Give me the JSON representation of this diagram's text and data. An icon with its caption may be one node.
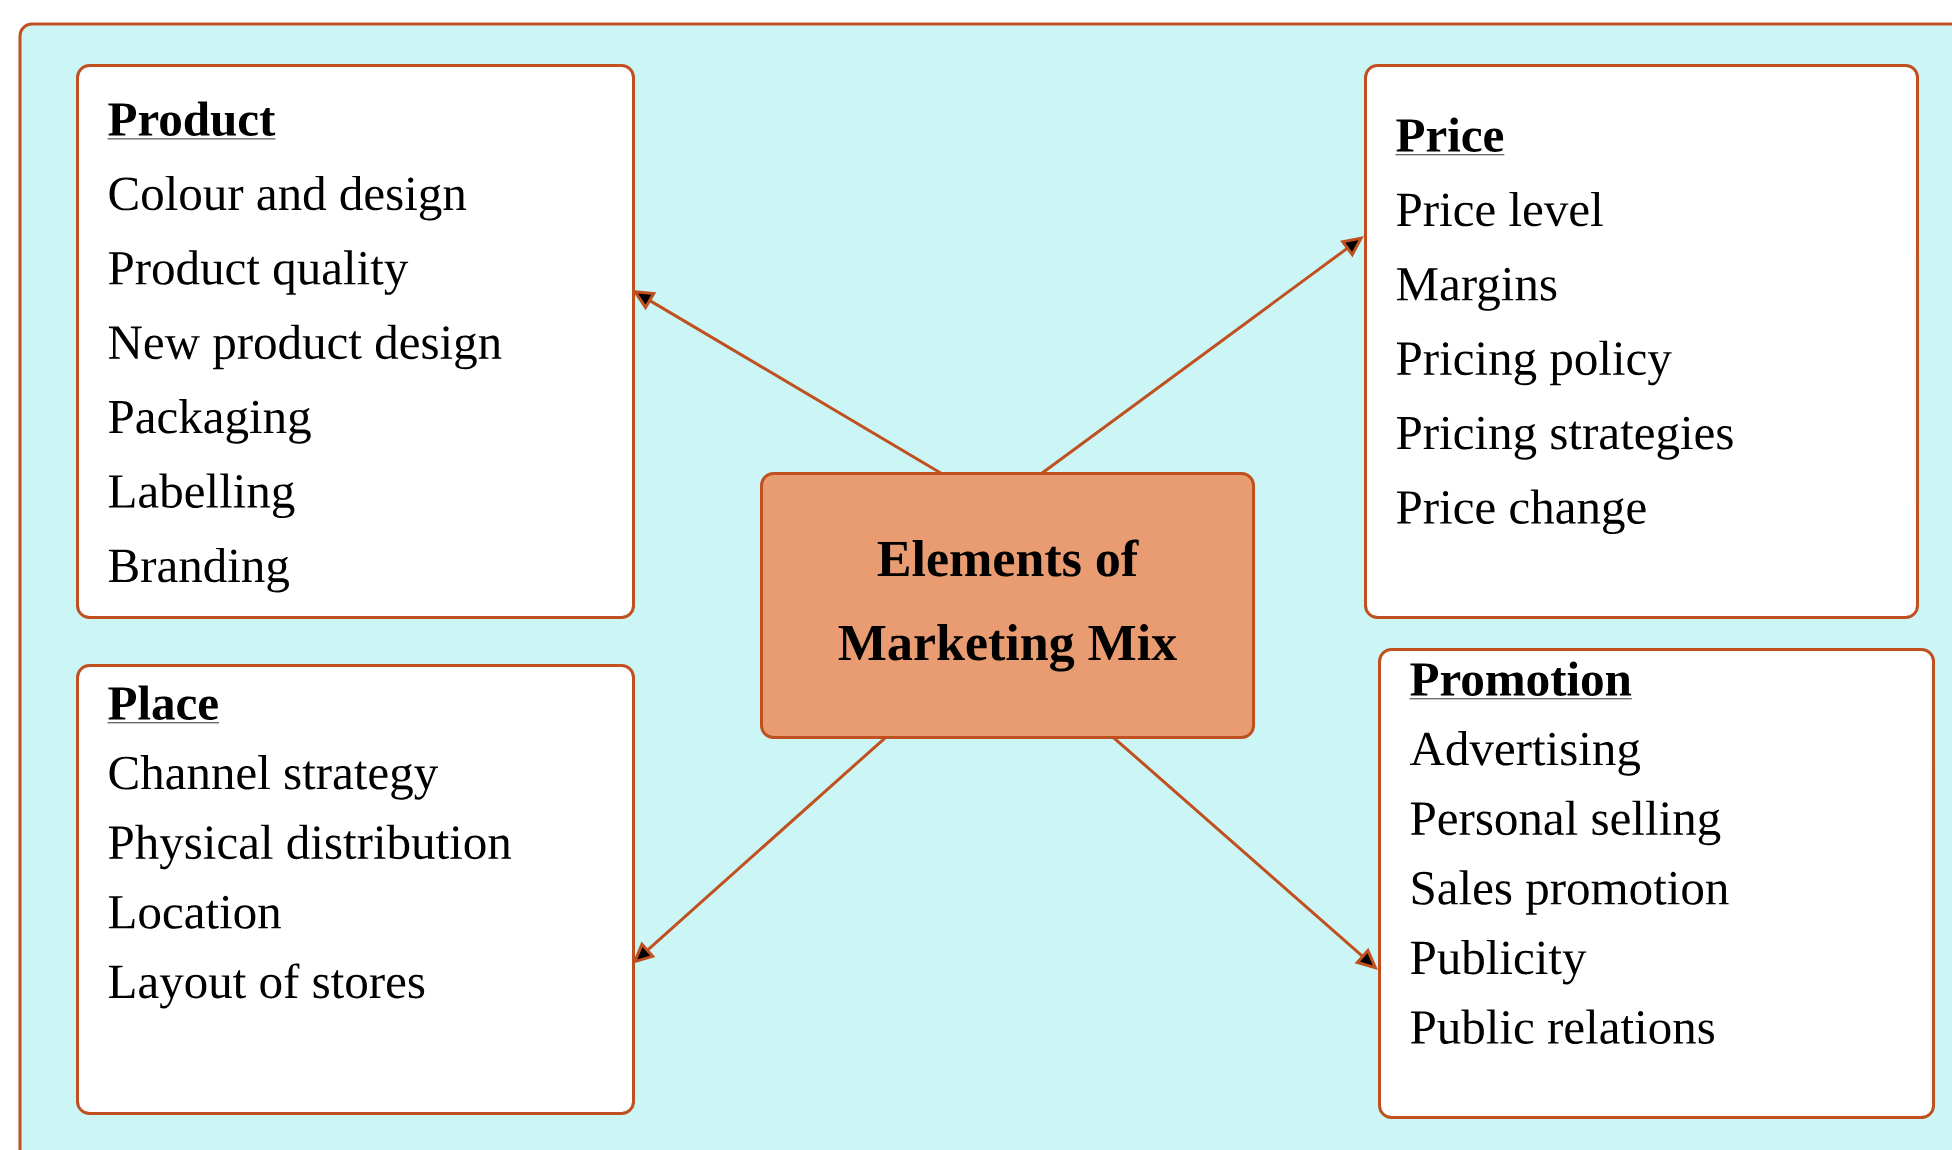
{
  "diagram": {
    "nodes": [
      {
        "text": [
          "Product",
          "Colour and design",
          "Product quality",
          "New product design",
          "Packaging",
          "Labelling",
          "Branding"
        ]
      },
      {
        "text": [
          "Price",
          "Price level",
          "Margins",
          "Pricing policy",
          "Pricing strategies",
          "Price change"
        ]
      },
      {
        "text": [
          "Elements of Marketing Mix"
        ]
      },
      {
        "text": [
          "Place",
          "Channel strategy",
          "Physical distribution",
          "Location",
          "Layout of stores"
        ]
      },
      {
        "text": [
          "Promotion",
          "Advertising",
          "Personal selling",
          "Sales promotion",
          "Publicity",
          "Public relations"
        ]
      }
    ],
    "edges": [
      {
        "from": 2,
        "to": 0,
        "arrow": "to"
      },
      {
        "from": 2,
        "to": 1,
        "arrow": "to"
      },
      {
        "from": 2,
        "to": 3,
        "arrow": "to"
      },
      {
        "from": 2,
        "to": 4,
        "arrow": "to"
      }
    ]
  }
}
